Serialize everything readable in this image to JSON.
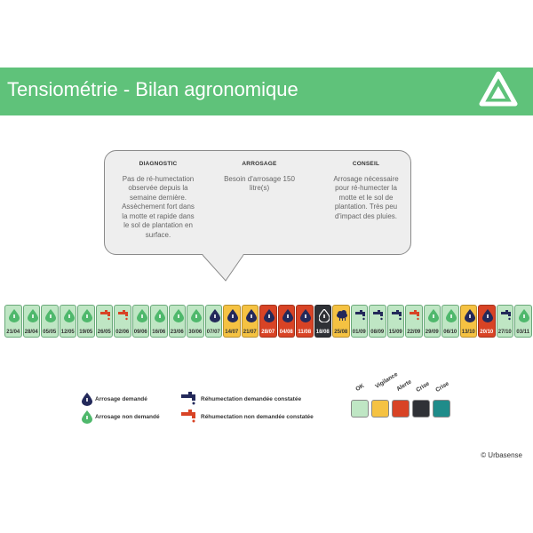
{
  "header": {
    "title": "Tensiométrie - Bilan agronomique",
    "background": "#5fc27a"
  },
  "bubble": {
    "diagnostic": {
      "title": "DIAGNOSTIC",
      "lines": [
        "Pas de ré-humectation",
        "observée depuis la",
        "semaine dernière.",
        "Assèchement fort dans",
        "la motte et rapide dans",
        "le sol de plantation en",
        "surface."
      ]
    },
    "arrosage": {
      "title": "ARROSAGE",
      "lines": [
        "Besoin d'arrosage 150",
        "litre(s)"
      ]
    },
    "conseil": {
      "title": "CONSEIL",
      "lines": [
        "Arrosage nécessaire",
        "pour ré-humecter la",
        "motte et le sol de",
        "plantation. Très peu",
        "d'impact des pluies."
      ]
    }
  },
  "timeline": [
    {
      "date": "21/04",
      "status": "ok",
      "icon": "drop-green"
    },
    {
      "date": "28/04",
      "status": "ok",
      "icon": "drop-green"
    },
    {
      "date": "05/05",
      "status": "ok",
      "icon": "drop-green"
    },
    {
      "date": "12/05",
      "status": "ok",
      "icon": "drop-green"
    },
    {
      "date": "19/05",
      "status": "ok",
      "icon": "drop-green"
    },
    {
      "date": "26/05",
      "status": "ok",
      "icon": "faucet-red"
    },
    {
      "date": "02/06",
      "status": "ok",
      "icon": "faucet-red"
    },
    {
      "date": "09/06",
      "status": "ok",
      "icon": "drop-green"
    },
    {
      "date": "16/06",
      "status": "ok",
      "icon": "drop-green"
    },
    {
      "date": "23/06",
      "status": "ok",
      "icon": "drop-green"
    },
    {
      "date": "30/06",
      "status": "ok",
      "icon": "drop-green"
    },
    {
      "date": "07/07",
      "status": "ok",
      "icon": "drop-navy"
    },
    {
      "date": "14/07",
      "status": "vigilance",
      "icon": "drop-navy"
    },
    {
      "date": "21/07",
      "status": "vigilance",
      "icon": "drop-navy"
    },
    {
      "date": "28/07",
      "status": "alerte",
      "icon": "drop-navy"
    },
    {
      "date": "04/08",
      "status": "alerte",
      "icon": "drop-navy"
    },
    {
      "date": "11/08",
      "status": "alerte",
      "icon": "drop-navy"
    },
    {
      "date": "18/08",
      "status": "crise",
      "icon": "drop-white"
    },
    {
      "date": "25/08",
      "status": "vigilance",
      "icon": "cloud-navy"
    },
    {
      "date": "01/09",
      "status": "ok",
      "icon": "faucet-navy"
    },
    {
      "date": "08/09",
      "status": "ok",
      "icon": "faucet-navy"
    },
    {
      "date": "15/09",
      "status": "ok",
      "icon": "faucet-navy"
    },
    {
      "date": "22/09",
      "status": "ok",
      "icon": "faucet-red"
    },
    {
      "date": "29/09",
      "status": "ok",
      "icon": "drop-green"
    },
    {
      "date": "06/10",
      "status": "ok",
      "icon": "drop-green"
    },
    {
      "date": "13/10",
      "status": "vigilance",
      "icon": "drop-navy"
    },
    {
      "date": "20/10",
      "status": "alerte",
      "icon": "drop-navy"
    },
    {
      "date": "27/10",
      "status": "ok",
      "icon": "faucet-navy"
    },
    {
      "date": "03/11",
      "status": "ok",
      "icon": "drop-green"
    }
  ],
  "status_colors": {
    "ok": "#bfe6c4",
    "vigilance": "#f5c242",
    "alerte": "#d84325",
    "crise": "#2f3136",
    "crise2": "#1f8c8a"
  },
  "legend": {
    "arrosage_demande": "Arrosage demandé",
    "arrosage_non_demande": "Arrosage non demandé",
    "rehumectation_demandee": "Réhumectation demandée constatée",
    "rehumectation_non_demandee": "Réhumectation non demandée constatée"
  },
  "status_legend": [
    "OK",
    "Vigilance",
    "Alerte",
    "Crise",
    "Crise"
  ],
  "credit": "© Urbasense"
}
